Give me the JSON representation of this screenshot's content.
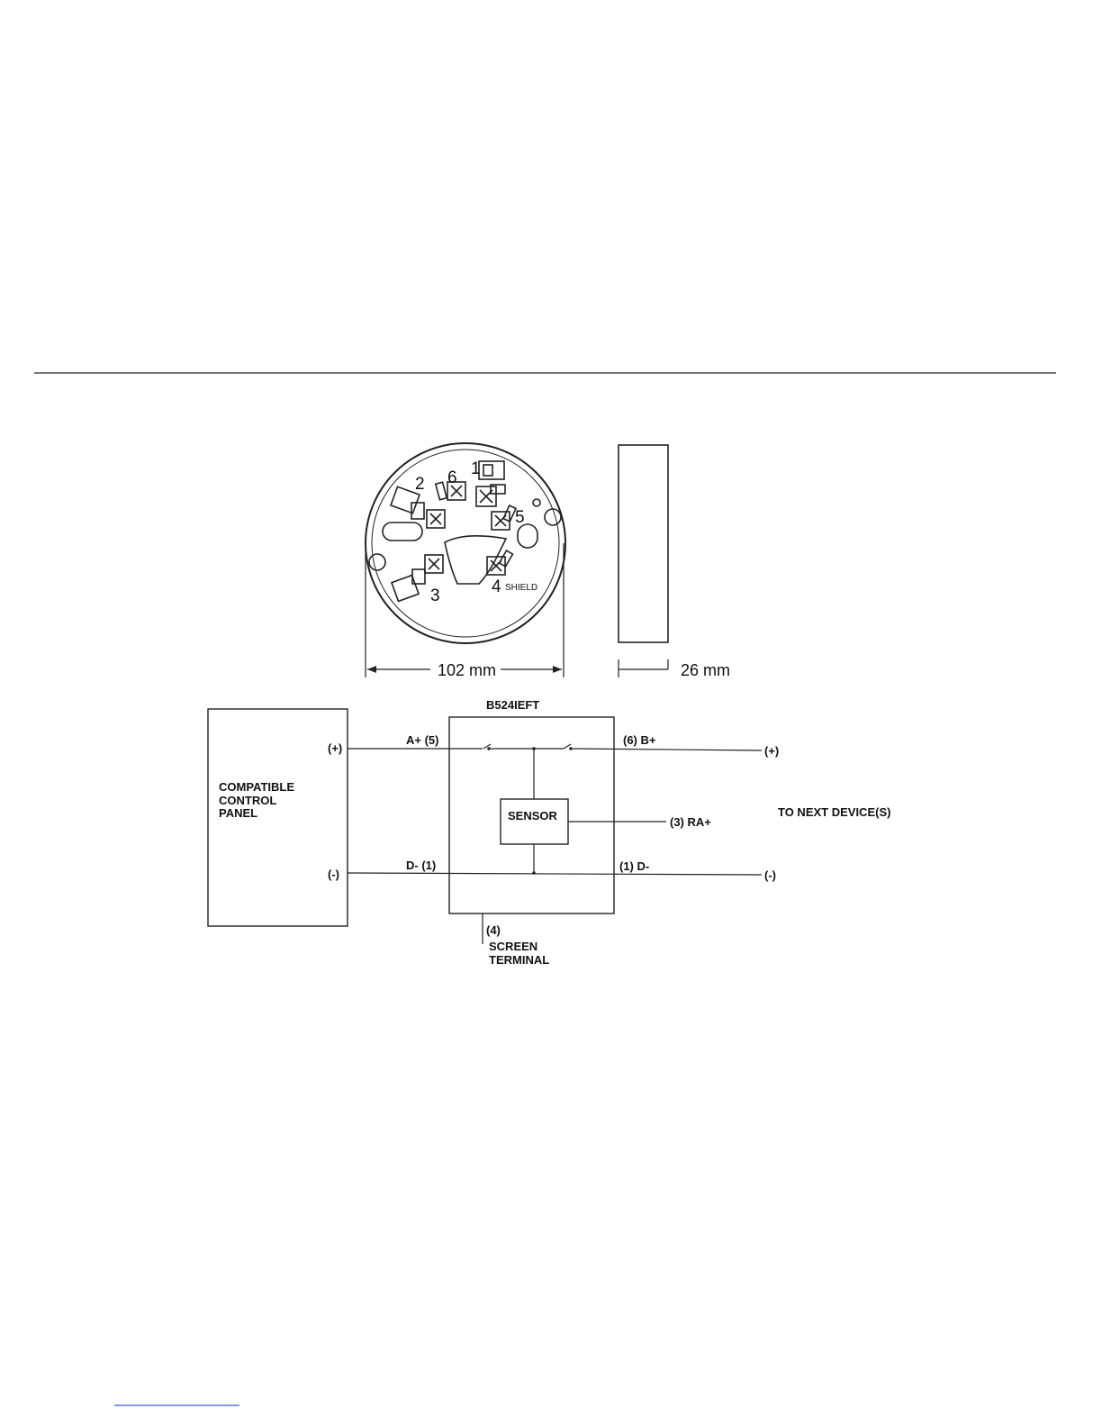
{
  "base_drawing": {
    "terminal_numbers": [
      "1",
      "2",
      "3",
      "4",
      "5",
      "6"
    ],
    "shield_label": "SHIELD",
    "diameter_label": "102 mm",
    "depth_label": "26 mm"
  },
  "wiring": {
    "device_model": "B524IEFT",
    "panel_label_lines": [
      "COMPATIBLE",
      "CONTROL",
      "PANEL"
    ],
    "panel_plus": "(+)",
    "panel_minus": "(-)",
    "a_plus": "A+  (5)",
    "d_minus_in": "D-  (1)",
    "b_plus": "(6)  B+",
    "d_minus_out": "(1)  D-",
    "sensor_label": "SENSOR",
    "ra_plus": "(3)  RA+",
    "out_plus": "(+)",
    "out_minus": "(-)",
    "next_device": "TO NEXT DEVICE(S)",
    "screen_lines": [
      "(4)",
      "SCREEN",
      "TERMINAL"
    ]
  }
}
